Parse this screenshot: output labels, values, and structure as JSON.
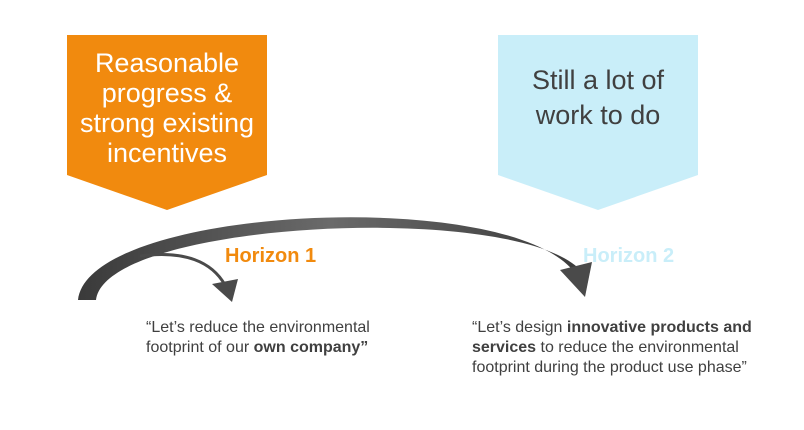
{
  "left_banner": {
    "lines": [
      "Reasonable",
      "progress &",
      "strong existing",
      "incentives"
    ],
    "color": "#F18A0E"
  },
  "right_banner": {
    "lines": [
      "Still a lot of",
      "work to do"
    ],
    "color": "#C9EEF9"
  },
  "horizon1": {
    "label": "Horizon 1",
    "color": "#F18A0E"
  },
  "horizon2": {
    "label": "Horizon 2",
    "color": "#C9EEF9"
  },
  "quote1": {
    "before": "“Let’s reduce the environmental footprint of our ",
    "bold": "own company”",
    "after": ""
  },
  "quote2": {
    "before": "“Let’s design ",
    "bold": "innovative products and services",
    "after": " to reduce the environmental footprint during the product use phase”"
  },
  "arc_color": "#4A4A4A"
}
